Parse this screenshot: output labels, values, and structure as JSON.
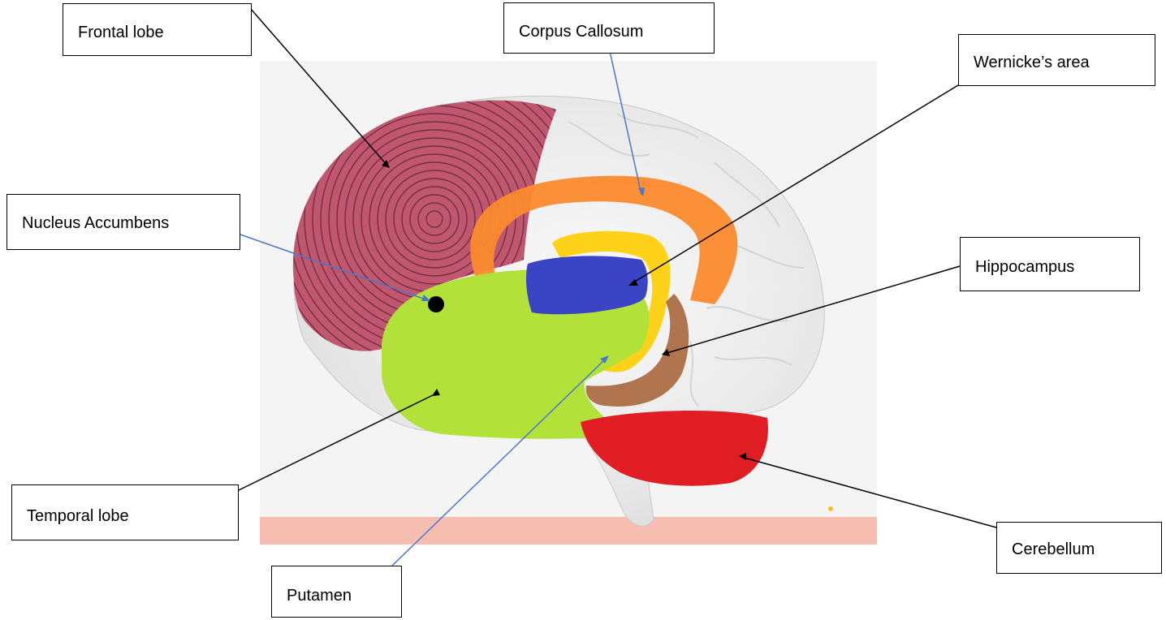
{
  "labels": {
    "frontal": "Frontal lobe",
    "corpus": "Corpus Callosum",
    "wernicke": "Wernicke’s area",
    "nucleus": "Nucleus Accumbens",
    "hippocampus": "Hippocampus",
    "temporal": "Temporal lobe",
    "cerebellum": "Cerebellum",
    "putamen": "Putamen"
  },
  "colors": {
    "frontal_lobe": "#c0566f",
    "corpus_callosum": "#fb8a2e",
    "wernicke_area": "#3b44c5",
    "putamen": "#ffd21a",
    "temporal_lobe": "#b2e23a",
    "hippocampus": "#b0744f",
    "cerebellum": "#e11d24",
    "nucleus_accumbens": "#000000",
    "brain_base": "#e9e9e9",
    "floor": "#f7bdb1",
    "pointer_black": "#000000",
    "pointer_blue": "#4a78c8"
  }
}
